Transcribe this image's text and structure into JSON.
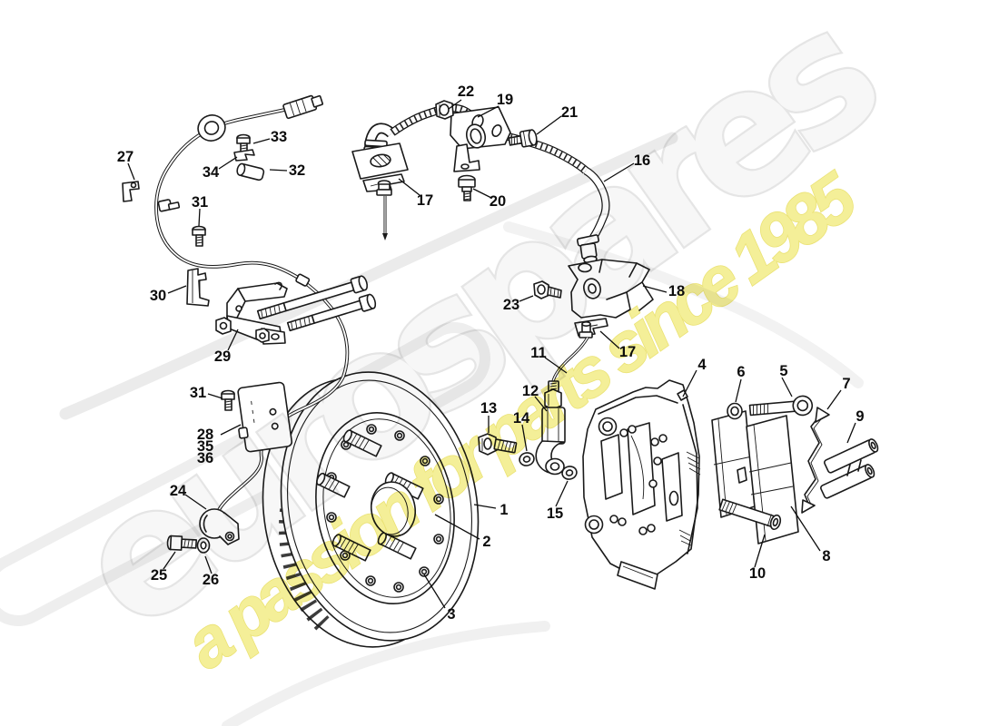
{
  "watermark": {
    "brand": "eurospares",
    "tagline": "a passion for parts since 1985"
  },
  "colors": {
    "line": "#1a1a1a",
    "brand_fill": "#f7f7f7",
    "brand_outline": "#e2e2e2",
    "tagline_fill": "#f3ec86",
    "swoosh": "#ececec",
    "background": "#ffffff"
  },
  "callouts": [
    "22",
    "19",
    "21",
    "16",
    "17",
    "20",
    "27",
    "33",
    "34",
    "32",
    "31",
    "30",
    "29",
    "31",
    "28",
    "35",
    "36",
    "24",
    "25",
    "26",
    "23",
    "18",
    "17",
    "11",
    "12",
    "13",
    "14",
    "15",
    "1",
    "2",
    "3",
    "4",
    "6",
    "5",
    "7",
    "9",
    "8",
    "10"
  ]
}
